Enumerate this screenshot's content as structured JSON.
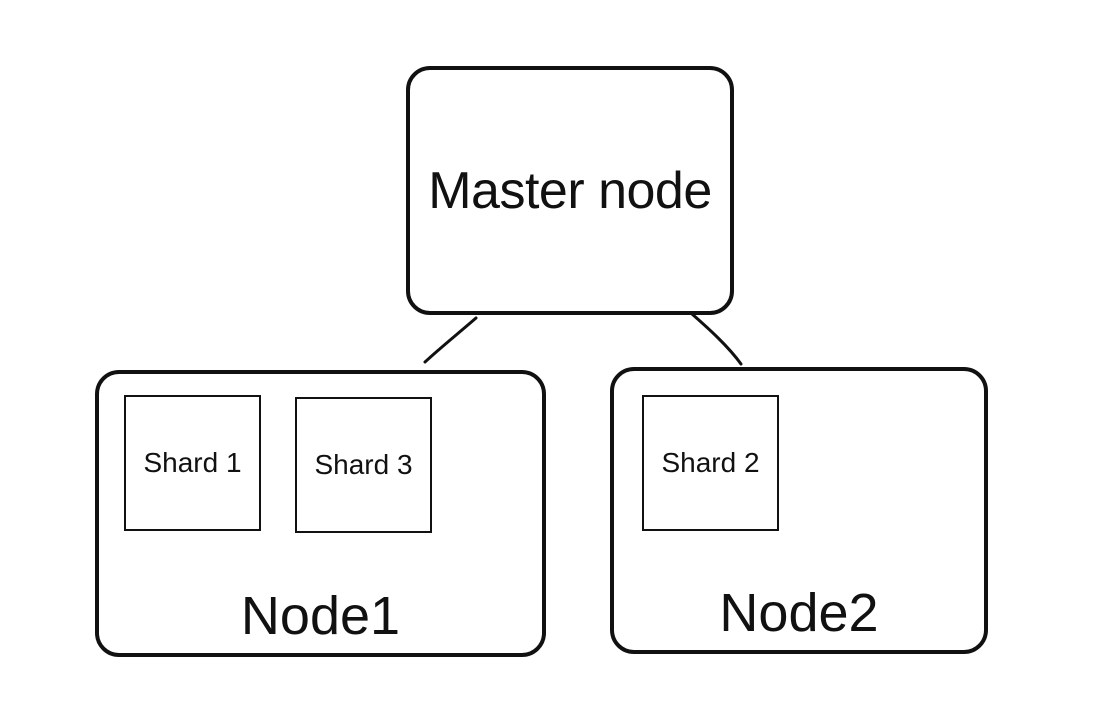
{
  "master": {
    "label": "Master node"
  },
  "nodes": [
    {
      "label": "Node1",
      "shards": [
        "Shard 1",
        "Shard 3"
      ]
    },
    {
      "label": "Node2",
      "shards": [
        "Shard 2"
      ]
    }
  ],
  "colors": {
    "stroke": "#111111",
    "background": "#ffffff"
  }
}
